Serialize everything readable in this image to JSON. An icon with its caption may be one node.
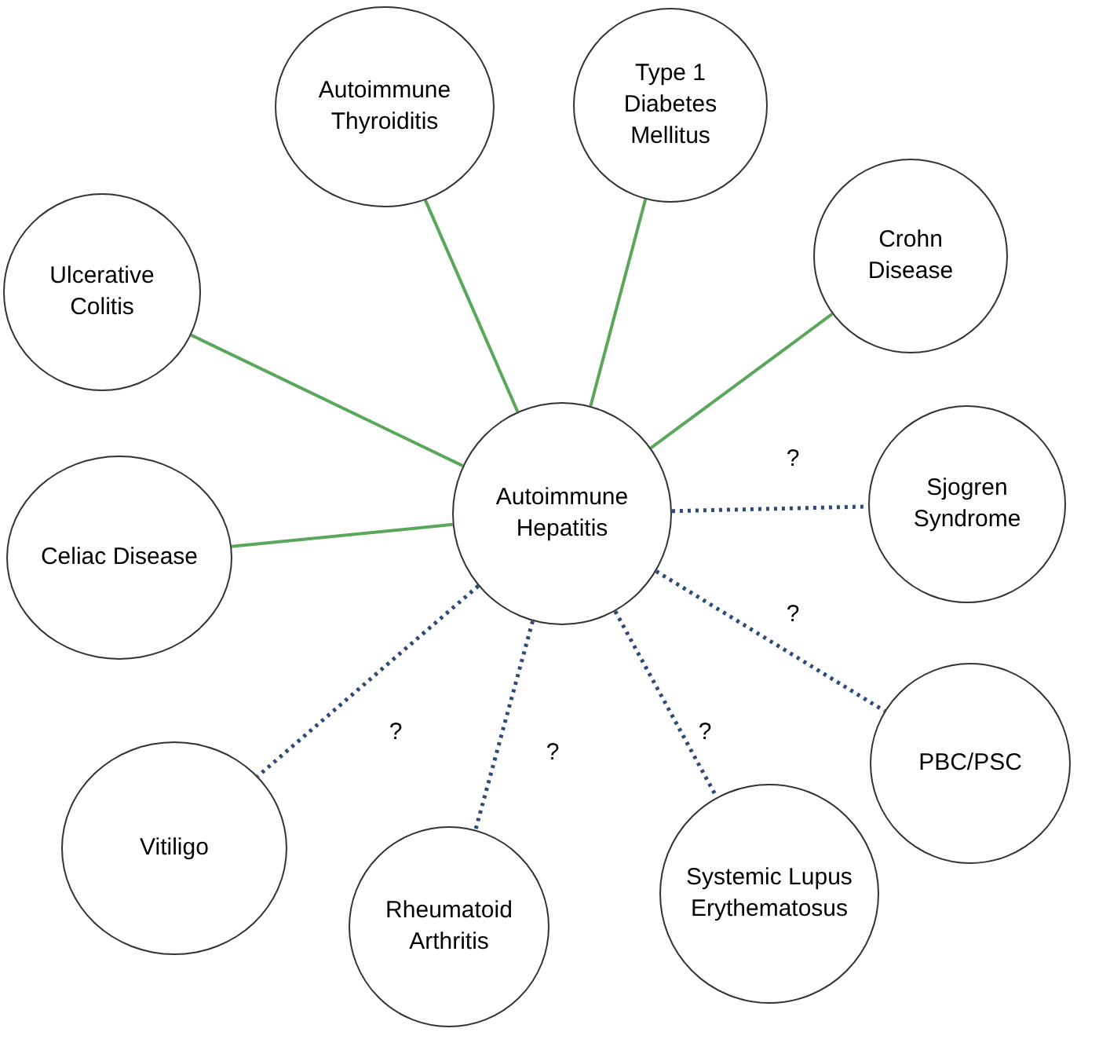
{
  "diagram": {
    "nodes": [
      {
        "text": [
          "Autoimmune Thyroiditis"
        ]
      },
      {
        "text": [
          "Type 1 Diabetes Mellitus"
        ]
      },
      {
        "text": [
          "Crohn Disease"
        ]
      },
      {
        "text": [
          "Ulcerative Colitis"
        ]
      },
      {
        "text": [
          "Autoimmune Hepatitis"
        ]
      },
      {
        "text": [
          "Sjogren Syndrome"
        ]
      },
      {
        "text": [
          "Celiac Disease"
        ]
      },
      {
        "text": [
          "PBC/PSC"
        ]
      },
      {
        "text": [
          "Vitiligo"
        ]
      },
      {
        "text": [
          "Rheumatoid Arthritis"
        ]
      },
      {
        "text": [
          "Systemic Lupus Erythematosus"
        ]
      }
    ],
    "edges": [
      {
        "from": 4,
        "to": 0,
        "arrow": "none"
      },
      {
        "from": 4,
        "to": 1,
        "arrow": "none"
      },
      {
        "from": 4,
        "to": 2,
        "arrow": "none"
      },
      {
        "from": 4,
        "to": 3,
        "arrow": "none"
      },
      {
        "from": 4,
        "to": 6,
        "arrow": "none"
      },
      {
        "from": 4,
        "to": 5,
        "arrow": "none",
        "label": "?",
        "style": "dashed",
        "color": "#2e4a7a"
      },
      {
        "from": 4,
        "to": 7,
        "arrow": "none",
        "label": "?",
        "style": "dashed",
        "color": "#2e4a7a"
      },
      {
        "from": 4,
        "to": 8,
        "arrow": "none",
        "label": "?",
        "style": "dashed",
        "color": "#2e4a7a"
      },
      {
        "from": 4,
        "to": 9,
        "arrow": "none",
        "label": "?",
        "style": "dashed",
        "color": "#2e4a7a"
      },
      {
        "from": 4,
        "to": 10,
        "arrow": "none",
        "label": "?",
        "style": "dashed",
        "color": "#2e4a7a"
      }
    ]
  }
}
